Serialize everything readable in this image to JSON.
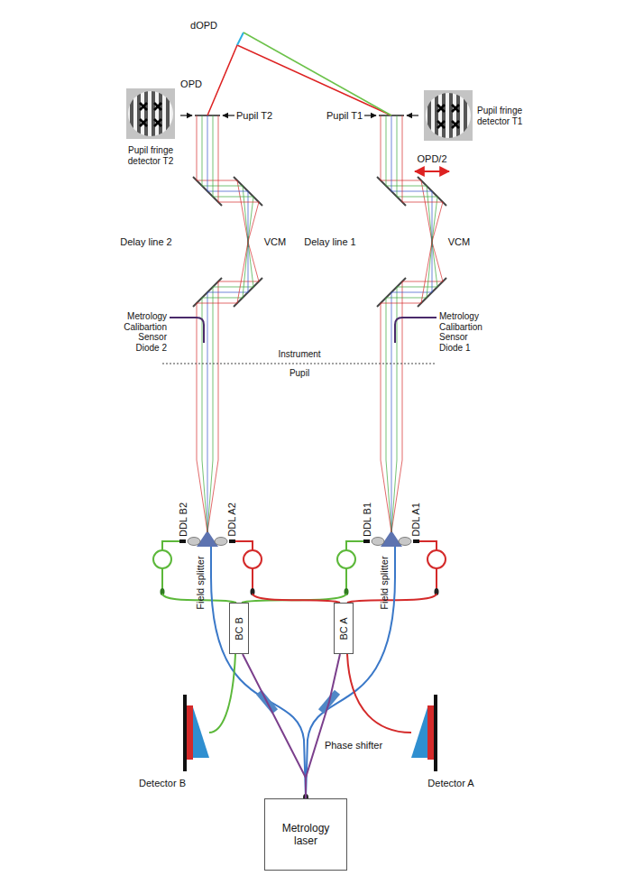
{
  "diagram": {
    "nodes": [
      {
        "text": [
          "BC B"
        ]
      },
      {
        "text": [
          "BC A"
        ]
      },
      {
        "text": [
          "Metrology laser"
        ]
      }
    ],
    "edges": [
      {
        "from": 2,
        "to": 0,
        "arrow": "none"
      },
      {
        "from": 2,
        "to": 1,
        "arrow": "none"
      }
    ],
    "labels": [
      "dOPD",
      "OPD",
      "Pupil fringe detector T2",
      "Pupil T2",
      "Pupil T1",
      "Pupil fringe detector T1",
      "OPD/2",
      "Delay line 2",
      "VCM",
      "Delay line 1",
      "VCM",
      "Metrology Calibartion Sensor Diode 2",
      "Instrument",
      "Pupil",
      "Metrology Calibartion Sensor Diode 1",
      "DDL B2",
      "Field splitter",
      "DDL A2",
      "DDL B1",
      "Field splitter",
      "DDL A1",
      "Detector B",
      "Phase shifter",
      "Detector A"
    ]
  }
}
